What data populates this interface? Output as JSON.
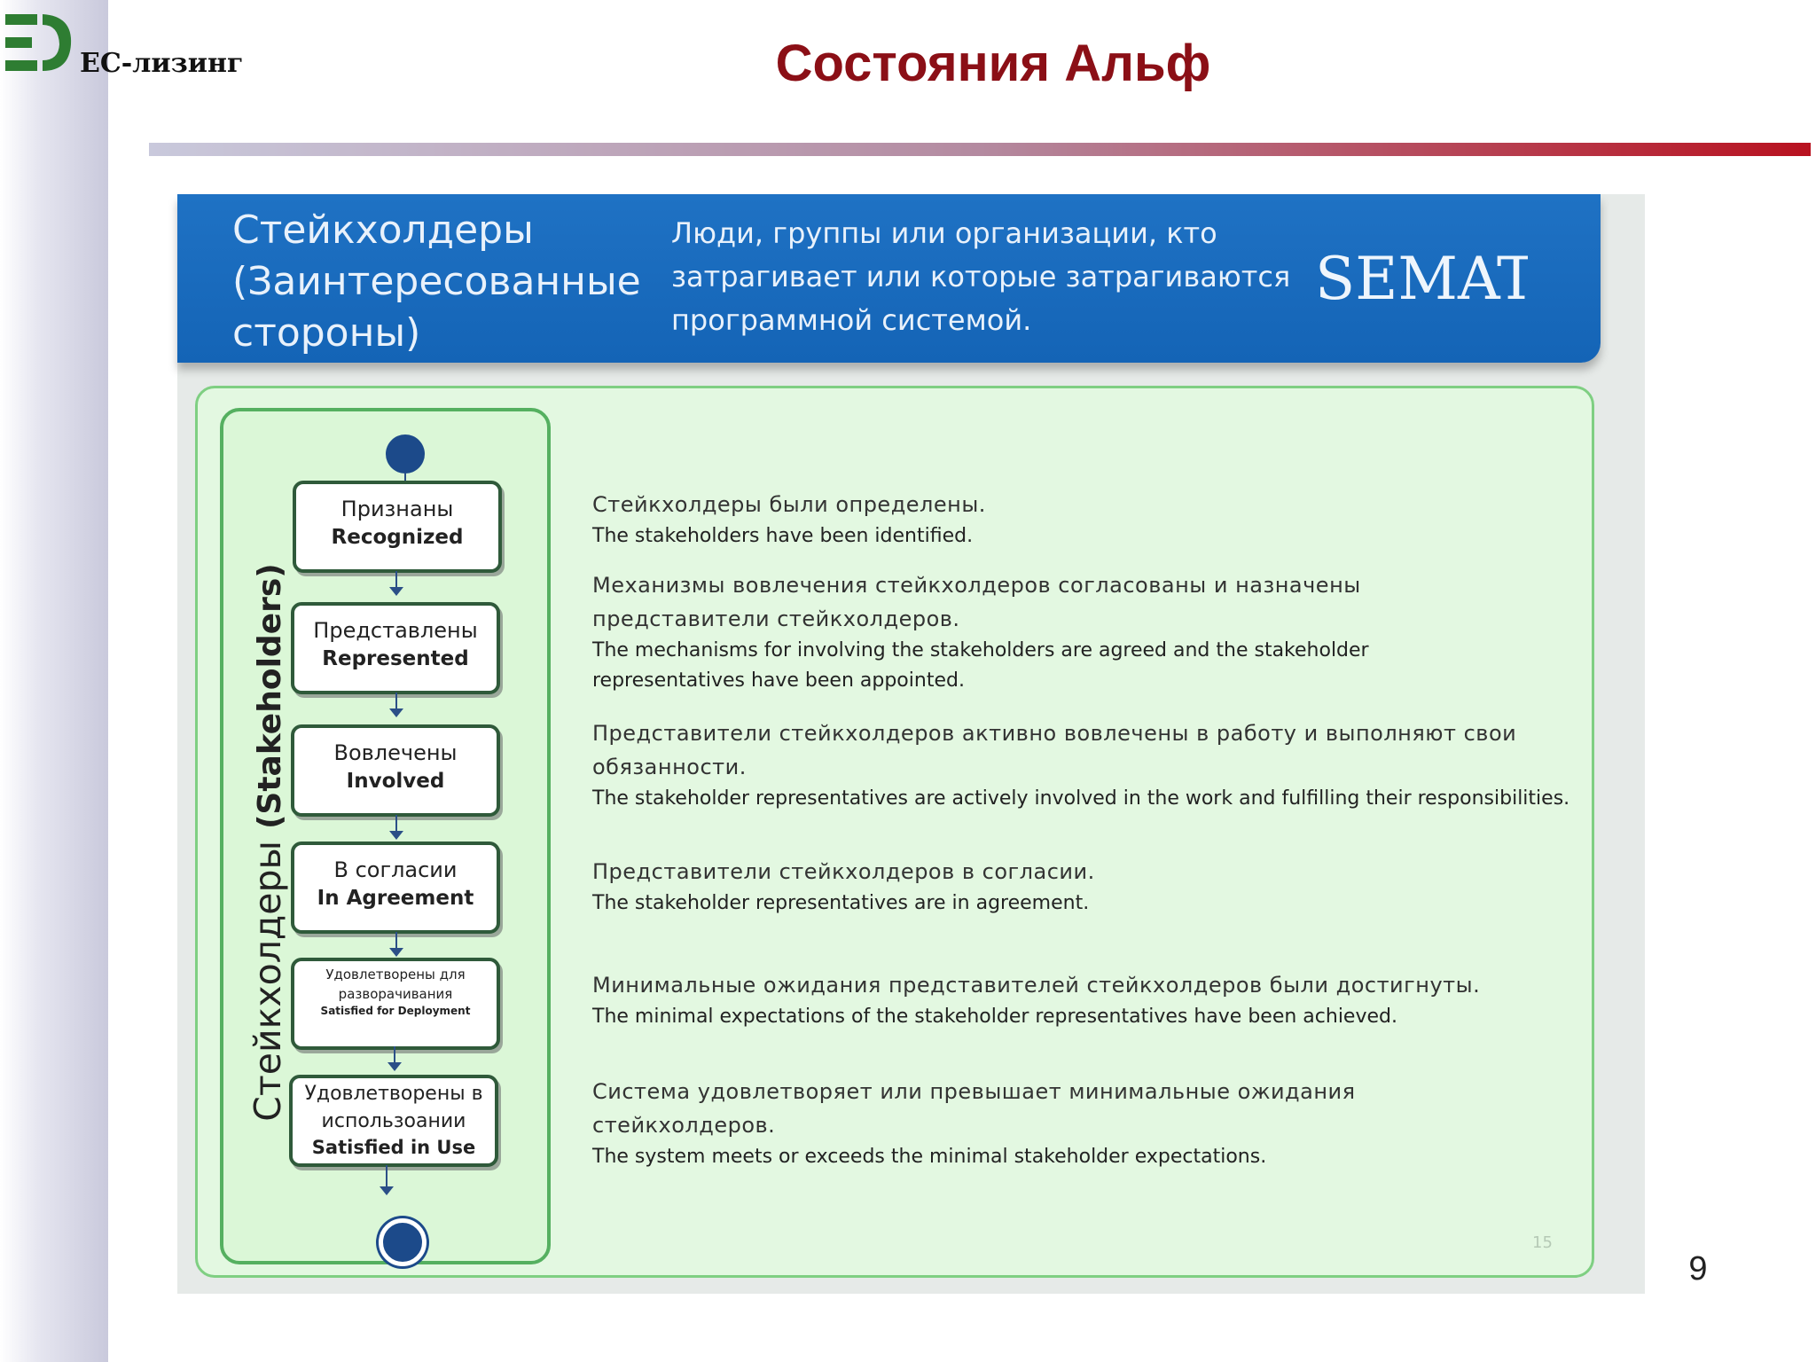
{
  "logo": {
    "icon": "ec-logo-icon",
    "text": "ЕС-лизинг",
    "color": "#2e7d32"
  },
  "title": "Состояния Альф",
  "page_number": "9",
  "banner": {
    "title": "Стейкхолдеры (Заинтересованные стороны)",
    "description": "Люди, группы или организации, кто затрагивает или которые затрагиваются программной системой.",
    "logo_text": "SEMAT"
  },
  "lane_label": {
    "ru": "Стейкхолдеры",
    "en": "(Stakeholders)"
  },
  "states": [
    {
      "ru": "Признаны",
      "en": "Recognized"
    },
    {
      "ru": "Представлены",
      "en": "Represented"
    },
    {
      "ru": "Вовлечены",
      "en": "Involved"
    },
    {
      "ru": "В согласии",
      "en": "In Agreement"
    },
    {
      "ru": "Удовлетворены для разворачивания",
      "en": "Satisfied for Deployment"
    },
    {
      "ru": "Удовлетворены в использоании",
      "en": "Satisfied in Use"
    }
  ],
  "descriptions": [
    {
      "ru": "Стейкхолдеры были определены.",
      "en": "The stakeholders have been identified."
    },
    {
      "ru": "Механизмы вовлечения стейкхолдеров согласованы и назначены представители стейкхолдеров.",
      "en": "The mechanisms for involving the stakeholders are agreed and the stakeholder representatives have been appointed."
    },
    {
      "ru": "Представители стейкхолдеров активно вовлечены в работу и выполняют свои обязанности.",
      "en": "The stakeholder representatives are actively involved in the work and fulfilling their responsibilities."
    },
    {
      "ru": "Представители стейкхолдеров в согласии.",
      "en": "The stakeholder representatives are in agreement."
    },
    {
      "ru": "Минимальные ожидания представителей стейкхолдеров были достигнуты.",
      "en": "The minimal expectations of the stakeholder representatives have been achieved."
    },
    {
      "ru": "Система удовлетворяет или превышает минимальные ожидания стейкхолдеров.",
      "en": "The system meets or exceeds the minimal stakeholder expectations."
    }
  ],
  "figure_page": "15",
  "colors": {
    "title": "#8b0f16",
    "banner": "#1464b6",
    "panel": "#e3f8e1",
    "lane_border": "#55b060",
    "node": "#1c4a8a"
  }
}
